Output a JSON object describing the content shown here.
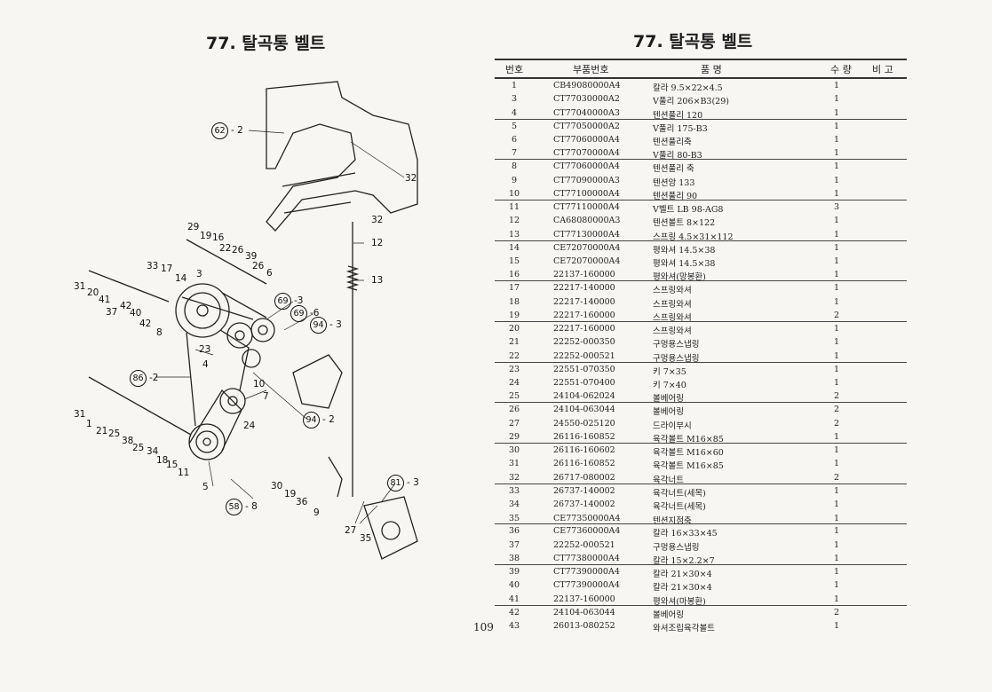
{
  "page": {
    "title_left": "77. 탈곡통 벨트",
    "title_right": "77. 탈곡통 벨트",
    "page_number": "109"
  },
  "table": {
    "headers": {
      "no": "번호",
      "part_no": "부품번호",
      "name": "품      명",
      "qty": "수 량",
      "remark": "비 고"
    },
    "rows": [
      {
        "no": "1",
        "part_no": "CB49080000A4",
        "name": "칼라 9.5×22×4.5",
        "qty": "1"
      },
      {
        "no": "3",
        "part_no": "CT77030000A2",
        "name": "V풀리 206×B3(29)",
        "qty": "1"
      },
      {
        "no": "4",
        "part_no": "CT77040000A3",
        "name": "텐션풀리 120",
        "qty": "1"
      },
      {
        "no": "5",
        "part_no": "CT77050000A2",
        "name": "V풀리 175-B3",
        "qty": "1"
      },
      {
        "no": "6",
        "part_no": "CT77060000A4",
        "name": "텐션풀리축",
        "qty": "1"
      },
      {
        "no": "7",
        "part_no": "CT77070000A4",
        "name": "V풀리 80-B3",
        "qty": "1"
      },
      {
        "no": "8",
        "part_no": "CT77060000A4",
        "name": "텐션풀리 축",
        "qty": "1"
      },
      {
        "no": "9",
        "part_no": "CT77090000A3",
        "name": "텐션암 133",
        "qty": "1"
      },
      {
        "no": "10",
        "part_no": "CT77100000A4",
        "name": "텐션풀리 90",
        "qty": "1"
      },
      {
        "no": "11",
        "part_no": "CT77110000A4",
        "name": "V벨트 LB 98-AG8",
        "qty": "3"
      },
      {
        "no": "12",
        "part_no": "CA68080000A3",
        "name": "텐션볼트 8×122",
        "qty": "1"
      },
      {
        "no": "13",
        "part_no": "CT77130000A4",
        "name": "스프링 4.5×31×112",
        "qty": "1"
      },
      {
        "no": "14",
        "part_no": "CE72070000A4",
        "name": "평와셔 14.5×38",
        "qty": "1"
      },
      {
        "no": "15",
        "part_no": "CE72070000A4",
        "name": "평와셔 14.5×38",
        "qty": "1"
      },
      {
        "no": "16",
        "part_no": "22137-160000",
        "name": "평와셔(망봉환)",
        "qty": "1"
      },
      {
        "no": "17",
        "part_no": "22217-140000",
        "name": "스프링와셔",
        "qty": "1"
      },
      {
        "no": "18",
        "part_no": "22217-140000",
        "name": "스프링와셔",
        "qty": "1"
      },
      {
        "no": "19",
        "part_no": "22217-160000",
        "name": "스프링와셔",
        "qty": "2"
      },
      {
        "no": "20",
        "part_no": "22217-160000",
        "name": "스프링와셔",
        "qty": "1"
      },
      {
        "no": "21",
        "part_no": "22252-000350",
        "name": "구멍용스냅링",
        "qty": "1"
      },
      {
        "no": "22",
        "part_no": "22252-000521",
        "name": "구멍용스냅링",
        "qty": "1"
      },
      {
        "no": "23",
        "part_no": "22551-070350",
        "name": "키 7×35",
        "qty": "1"
      },
      {
        "no": "24",
        "part_no": "22551-070400",
        "name": "키 7×40",
        "qty": "1"
      },
      {
        "no": "25",
        "part_no": "24104-062024",
        "name": "볼베어링",
        "qty": "2"
      },
      {
        "no": "26",
        "part_no": "24104-063044",
        "name": "볼베어링",
        "qty": "2"
      },
      {
        "no": "27",
        "part_no": "24550-025120",
        "name": "드라이부시",
        "qty": "2"
      },
      {
        "no": "29",
        "part_no": "26116-160852",
        "name": "육각볼트 M16×85",
        "qty": "1"
      },
      {
        "no": "30",
        "part_no": "26116-160602",
        "name": "육각볼트 M16×60",
        "qty": "1"
      },
      {
        "no": "31",
        "part_no": "26116-160852",
        "name": "육각볼트 M16×85",
        "qty": "1"
      },
      {
        "no": "32",
        "part_no": "26717-080002",
        "name": "육각너트",
        "qty": "2"
      },
      {
        "no": "33",
        "part_no": "26737-140002",
        "name": "육각너트(세목)",
        "qty": "1"
      },
      {
        "no": "34",
        "part_no": "26737-140002",
        "name": "육각너트(세목)",
        "qty": "1"
      },
      {
        "no": "35",
        "part_no": "CE77350000A4",
        "name": "텐션지점축",
        "qty": "1"
      },
      {
        "no": "36",
        "part_no": "CE77360000A4",
        "name": "칼라 16×33×45",
        "qty": "1"
      },
      {
        "no": "37",
        "part_no": "22252-000521",
        "name": "구멍용스냅링",
        "qty": "1"
      },
      {
        "no": "38",
        "part_no": "CT77380000A4",
        "name": "칼라 15×2.2×7",
        "qty": "1"
      },
      {
        "no": "39",
        "part_no": "CT77390000A4",
        "name": "칼라 21×30×4",
        "qty": "1"
      },
      {
        "no": "40",
        "part_no": "CT77390000A4",
        "name": "칼라 21×30×4",
        "qty": "1"
      },
      {
        "no": "41",
        "part_no": "22137-160000",
        "name": "평와셔(마봉환)",
        "qty": "1"
      },
      {
        "no": "42",
        "part_no": "24104-063044",
        "name": "볼베어링",
        "qty": "2"
      },
      {
        "no": "43",
        "part_no": "26013-080252",
        "name": "와셔조립육각볼트",
        "qty": "1"
      }
    ]
  },
  "diagram": {
    "callouts": [
      "32",
      "32",
      "12",
      "13",
      "29",
      "19",
      "16",
      "22",
      "26",
      "39",
      "26",
      "6",
      "33",
      "17",
      "14",
      "3",
      "31",
      "20",
      "41",
      "42",
      "37",
      "40",
      "42",
      "8",
      "23",
      "4",
      "10",
      "7",
      "31",
      "1",
      "21",
      "25",
      "38",
      "25",
      "34",
      "18",
      "15",
      "11",
      "24",
      "5",
      "30",
      "19",
      "36",
      "9",
      "27",
      "35"
    ],
    "ref_callouts": [
      {
        "ref": "62",
        "suffix": "- 2"
      },
      {
        "ref": "69",
        "suffix": "-3"
      },
      {
        "ref": "69",
        "suffix": "-6"
      },
      {
        "ref": "94",
        "suffix": "- 3"
      },
      {
        "ref": "86",
        "suffix": "-2"
      },
      {
        "ref": "94",
        "suffix": "- 2"
      },
      {
        "ref": "58",
        "suffix": "- 8"
      },
      {
        "ref": "81",
        "suffix": "- 3"
      }
    ]
  }
}
